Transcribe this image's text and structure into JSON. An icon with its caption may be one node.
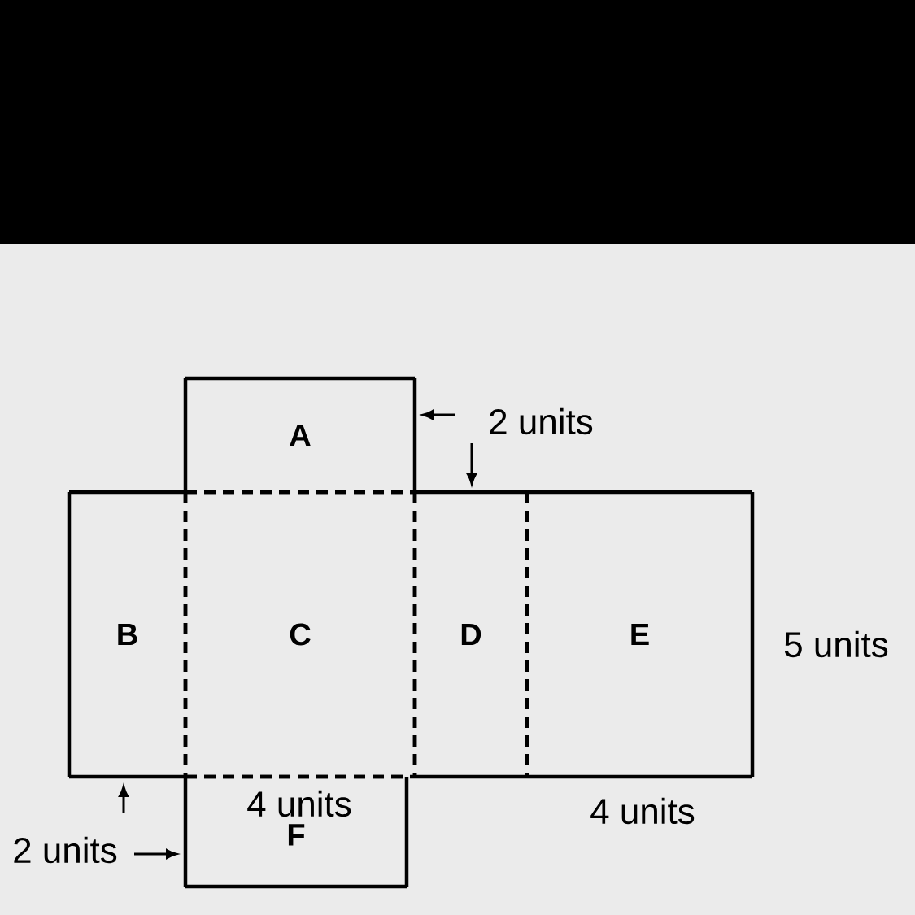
{
  "diagram": {
    "nodes": [
      {
        "text": [
          "A"
        ]
      },
      {
        "text": [
          "B"
        ]
      },
      {
        "text": [
          "C"
        ]
      },
      {
        "text": [
          "D"
        ]
      },
      {
        "text": [
          "E"
        ]
      },
      {
        "text": [
          "F"
        ]
      }
    ],
    "labels": [
      "2 units",
      "5 units",
      "4 units",
      "4 units",
      "2 units"
    ]
  }
}
